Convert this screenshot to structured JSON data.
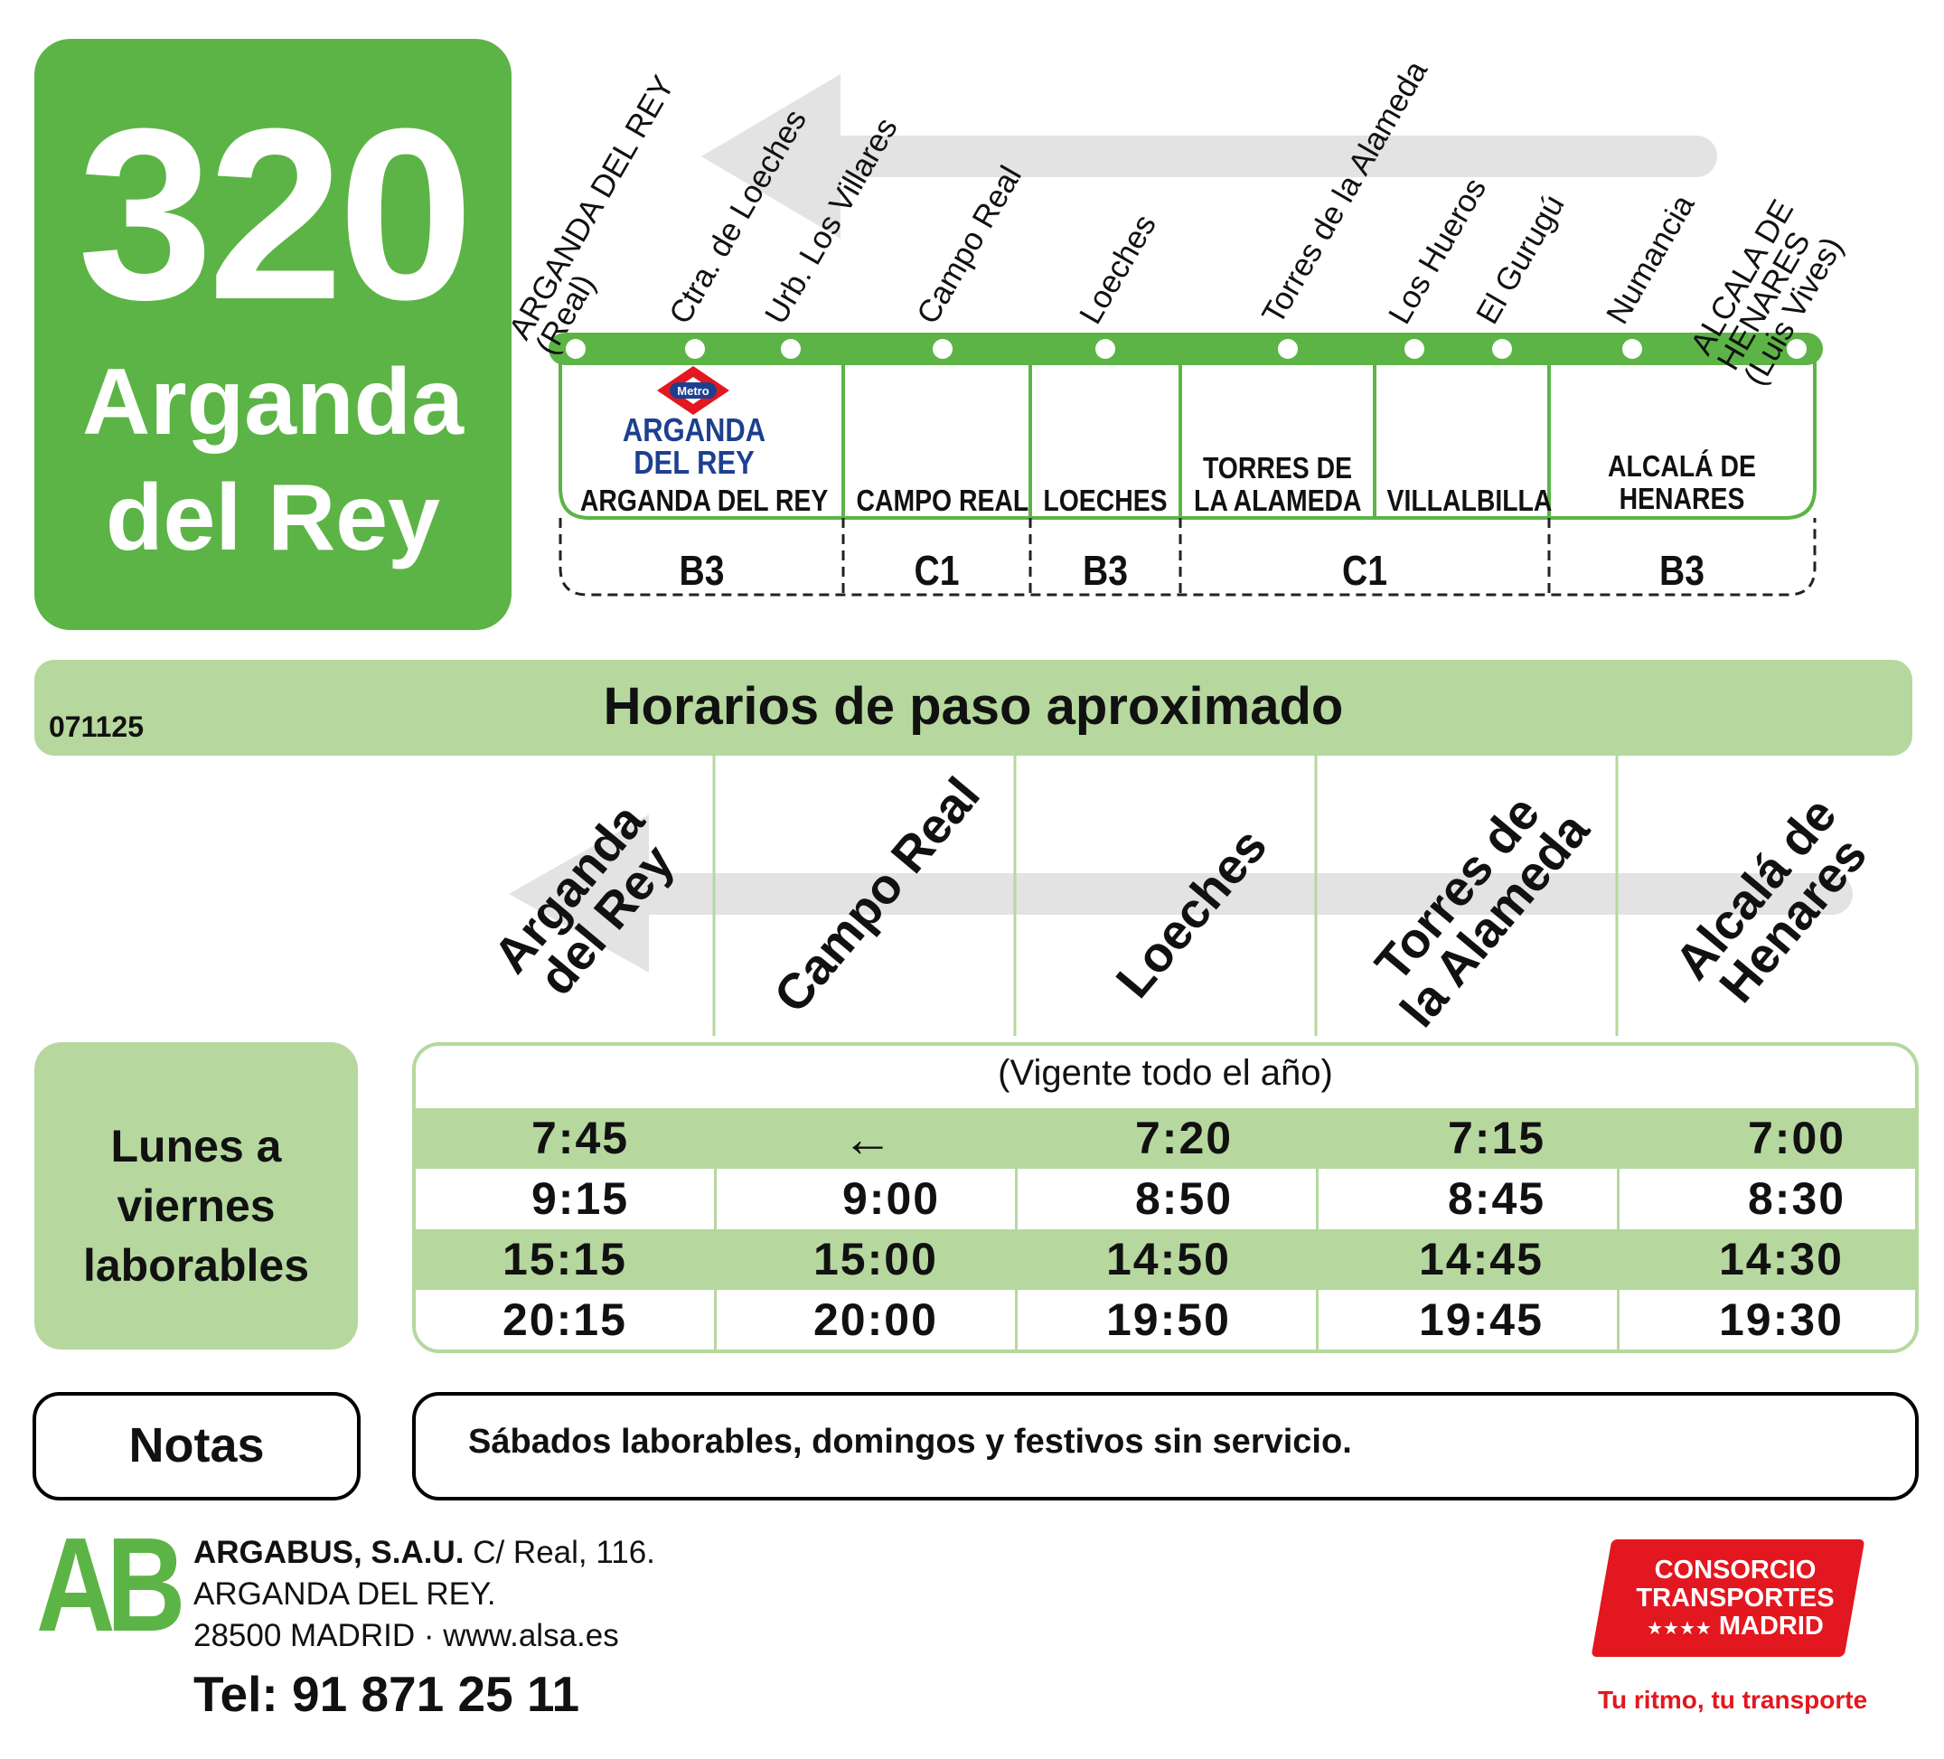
{
  "route": {
    "number": "320",
    "destination_line1": "Arganda",
    "destination_line2": "del Rey"
  },
  "stops": [
    {
      "line1": "ARGANDA DEL REY",
      "line2": "(Real)"
    },
    {
      "line1": "Ctra. de Loeches"
    },
    {
      "line1": "Urb. Los Villares"
    },
    {
      "line1": "Campo Real"
    },
    {
      "line1": "Loeches"
    },
    {
      "line1": "Torres de la Alameda"
    },
    {
      "line1": "Los Hueros"
    },
    {
      "line1": "El Gurugú"
    },
    {
      "line1": "Numancia"
    },
    {
      "line1": "ALCALA DE",
      "line2": "HENARES",
      "line3": "(Luis Vives)"
    }
  ],
  "metro": {
    "badge": "Metro",
    "line1": "ARGANDA",
    "line2": "DEL REY"
  },
  "towns": [
    {
      "line1": "ARGANDA DEL REY"
    },
    {
      "line1": "CAMPO REAL"
    },
    {
      "line1": "LOECHES"
    },
    {
      "line1": "TORRES DE",
      "line2": "LA ALAMEDA"
    },
    {
      "line1": "VILLALBILLA"
    },
    {
      "line1": "ALCALÁ DE",
      "line2": "HENARES"
    }
  ],
  "zones": [
    "B3",
    "C1",
    "B3",
    "C1",
    "B3"
  ],
  "banner": {
    "title": "Horarios de paso aproximado",
    "code": "071125"
  },
  "timetable_columns": [
    {
      "line1": "Arganda",
      "line2": "del Rey"
    },
    {
      "line1": "Campo Real"
    },
    {
      "line1": "Loeches"
    },
    {
      "line1": "Torres de",
      "line2": "la Alameda"
    },
    {
      "line1": "Alcalá de",
      "line2": "Henares"
    }
  ],
  "days": {
    "line1": "Lunes a",
    "line2": "viernes",
    "line3": "laborables"
  },
  "validity": "(Vigente todo el año)",
  "rows": [
    [
      "7:45",
      "←",
      "7:20",
      "7:15",
      "7:00"
    ],
    [
      "9:15",
      "9:00",
      "8:50",
      "8:45",
      "8:30"
    ],
    [
      "15:15",
      "15:00",
      "14:50",
      "14:45",
      "14:30"
    ],
    [
      "20:15",
      "20:00",
      "19:50",
      "19:45",
      "19:30"
    ]
  ],
  "notes": {
    "label": "Notas",
    "text": "Sábados laborables, domingos y festivos sin servicio."
  },
  "operator": {
    "logo": "AB",
    "name": "ARGABUS, S.A.U.",
    "address1": "C/ Real, 116.",
    "address2": "ARGANDA DEL REY.",
    "address3": "28500 MADRID · www.alsa.es",
    "tel_label": "Tel:",
    "tel": "91 871 25 11"
  },
  "consorcio": {
    "line1": "CONSORCIO",
    "line2": "TRANSPORTES",
    "stars": "★★★★",
    "line3": "MADRID",
    "slogan": "Tu ritmo, tu transporte"
  },
  "colors": {
    "green": "#5cb446",
    "light_green": "#b6d89e",
    "metro_red": "#e3171f",
    "metro_blue": "#1d3f8f",
    "arrow_gray": "#e3e3e3"
  },
  "icons": {
    "direction": "left-arrow-icon",
    "metro": "metro-logo-icon"
  }
}
